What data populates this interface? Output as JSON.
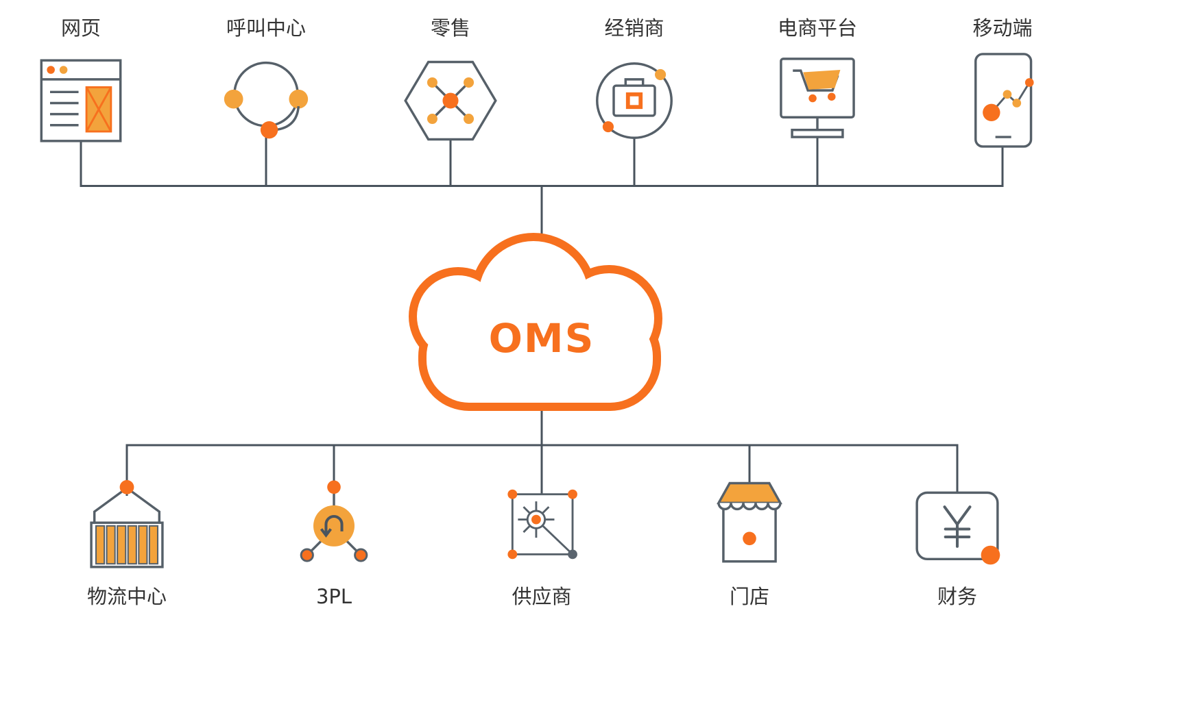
{
  "diagram": {
    "center": {
      "label": "OMS"
    },
    "top_nodes": [
      {
        "label": "网页",
        "icon": "browser-icon"
      },
      {
        "label": "呼叫中心",
        "icon": "headset-icon"
      },
      {
        "label": "零售",
        "icon": "retail-network-icon"
      },
      {
        "label": "经销商",
        "icon": "distributor-briefcase-icon"
      },
      {
        "label": "电商平台",
        "icon": "ecommerce-monitor-icon"
      },
      {
        "label": "移动端",
        "icon": "mobile-chart-icon"
      }
    ],
    "bottom_nodes": [
      {
        "label": "物流中心",
        "icon": "logistics-container-icon"
      },
      {
        "label": "3PL",
        "icon": "threepl-exchange-icon"
      },
      {
        "label": "供应商",
        "icon": "supplier-network-icon"
      },
      {
        "label": "门店",
        "icon": "storefront-icon"
      },
      {
        "label": "财务",
        "icon": "finance-yen-icon"
      }
    ],
    "colors": {
      "accent_orange": "#F7701E",
      "accent_amber": "#F3A33C",
      "connector_gray": "#49535D",
      "icon_gray": "#566069",
      "label_text": "#333333"
    }
  }
}
